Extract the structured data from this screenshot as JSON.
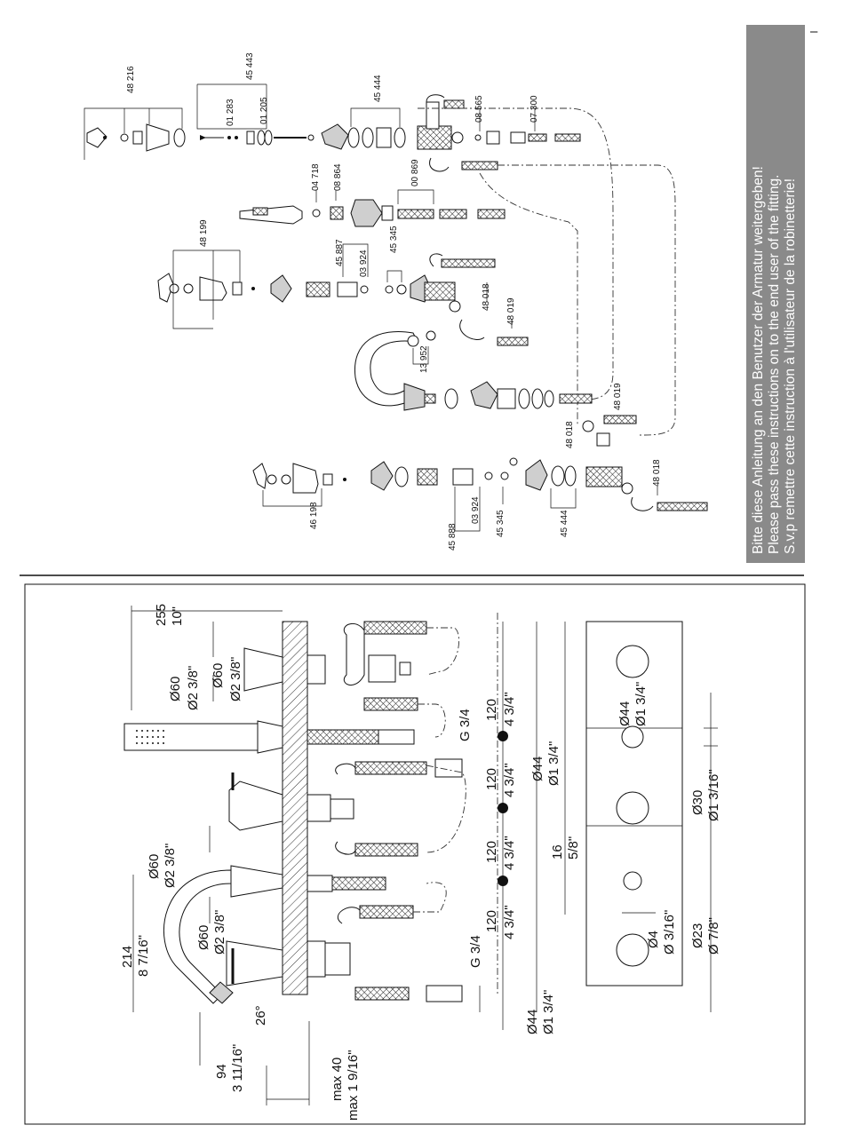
{
  "page_marker": "–",
  "notice_lines": [
    "Bitte diese Anleitung an den Benutzer der Armatur weitergeben!",
    "Please pass these instructions on to the end user of the fitting.",
    "S.v.p remettre cette instruction à l'utilisateur de la robinetterie!"
  ],
  "colors": {
    "notice_bg": "#8a8a8a",
    "notice_text": "#ffffff",
    "line": "#111111"
  },
  "exploded_view": {
    "part_numbers": {
      "p48216": "48 216",
      "p45443": "45 443",
      "p01283": "01 283",
      "p01205": "01 205",
      "p45444_top": "45 444",
      "p08565": "08 565",
      "p07300": "07 300",
      "p04718": "04 718",
      "p08864": "08 864",
      "p00869": "00 869",
      "p48199": "48 199",
      "p45887": "45 887",
      "p03924_top": "03 924",
      "p45345_top": "45 345",
      "p48018_mid": "48 018",
      "p48019_mid": "48 019",
      "p13952": "13 952",
      "p48018_low": "48 018",
      "p48019_low": "48 019",
      "p46198": "46 198",
      "p45888": "45 888",
      "p03924_bot": "03 924",
      "p45345_bot": "45 345",
      "p45444_bot": "45 444",
      "p48018_bot": "48 018"
    }
  },
  "dimension_drawing": {
    "d255": "255",
    "d10in": "10\"",
    "d60a": "Ø60",
    "d60a_in": "Ø2 3/8\"",
    "d60b": "Ø60",
    "d60b_in": "Ø2 3/8\"",
    "d60c": "Ø60",
    "d60c_in": "Ø2 3/8\"",
    "d60d": "Ø60",
    "d60d_in": "Ø2 3/8\"",
    "d214": "214",
    "d214_in": "8 7/16\"",
    "d26": "26°",
    "d94": "94",
    "d94_in": "3 11/16\"",
    "dmax40": "max 40",
    "dmax40_in": "max 1 9/16\"",
    "d120a": "120",
    "d120a_in": "4 3/4\"",
    "d120b": "120",
    "d120b_in": "4 3/4\"",
    "d120c": "120",
    "d120c_in": "4 3/4\"",
    "d120d": "120",
    "d120d_in": "4 3/4\"",
    "g34a": "G 3/4",
    "g34b": "G 3/4",
    "d44a": "Ø44",
    "d44a_in": "Ø1 3/4\"",
    "d44b": "Ø44",
    "d44b_in": "Ø1 3/4\"",
    "d44c": "Ø44",
    "d44c_in": "Ø1 3/4\"",
    "d16": "16",
    "d16_in": "5/8\"",
    "d30": "Ø30",
    "d30_in": "Ø1 3/16\"",
    "d4": "Ø4",
    "d4_in": "Ø 3/16\"",
    "d23": "Ø23",
    "d23_in": "Ø 7/8\""
  }
}
